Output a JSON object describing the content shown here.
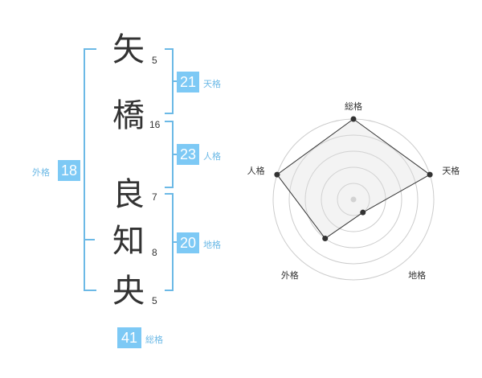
{
  "name_chars": [
    {
      "char": "矢",
      "strokes": "5"
    },
    {
      "char": "橋",
      "strokes": "16"
    },
    {
      "char": "良",
      "strokes": "7"
    },
    {
      "char": "知",
      "strokes": "8"
    },
    {
      "char": "央",
      "strokes": "5"
    }
  ],
  "fortune": {
    "tenkaku": {
      "value": "21",
      "label": "天格"
    },
    "jinkaku": {
      "value": "23",
      "label": "人格"
    },
    "chikaku": {
      "value": "20",
      "label": "地格"
    },
    "gaikaku": {
      "value": "18",
      "label": "外格"
    },
    "soukaku": {
      "value": "41",
      "label": "総格"
    }
  },
  "chart_data": {
    "type": "radar",
    "axes": [
      "総格",
      "天格",
      "地格",
      "外格",
      "人格"
    ],
    "values": [
      5,
      5,
      1,
      3,
      5
    ],
    "range": [
      0,
      5
    ],
    "rings": 5
  },
  "colors": {
    "accent": "#7dc9f5",
    "bracket": "#6cb9e6",
    "text": "#333333"
  }
}
